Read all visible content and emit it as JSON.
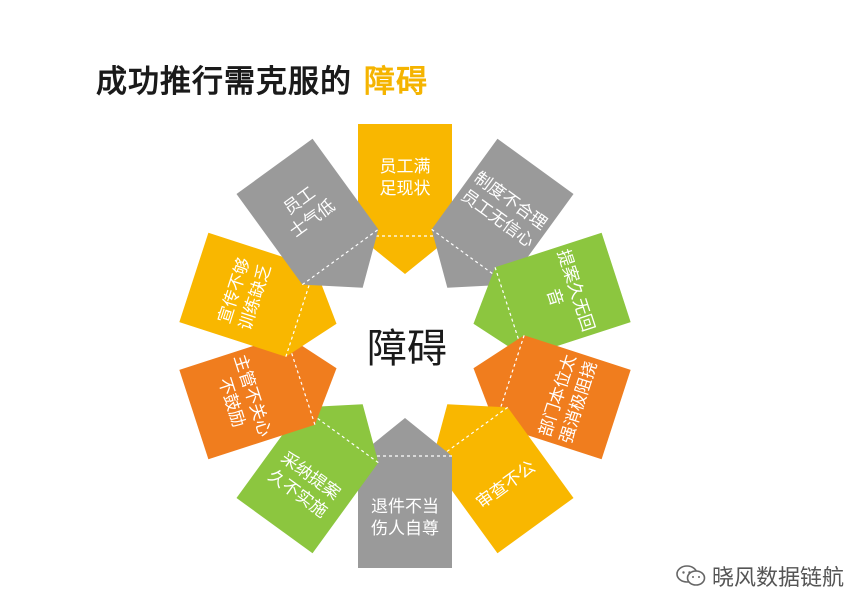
{
  "title": {
    "main": "成功推行需克服的",
    "highlight": "障碍"
  },
  "center": "障碍",
  "watermark": {
    "text": "晓风数据链航",
    "icon": "wechat-icon"
  },
  "colors": {
    "yellow": "#f9b700",
    "gray": "#9a9a9a",
    "green": "#8cc63f",
    "orange": "#f07d1e",
    "highlight": "#f5b400"
  },
  "petals": [
    {
      "id": "top",
      "lines": [
        "员工满",
        "足现状"
      ],
      "color": "#f9b700"
    },
    {
      "id": "upper-right",
      "lines": [
        "制度不合理",
        "员工无信心"
      ],
      "color": "#9a9a9a"
    },
    {
      "id": "right-upper",
      "lines": [
        "提案久无回",
        "音"
      ],
      "color": "#8cc63f"
    },
    {
      "id": "right-lower",
      "lines": [
        "部门本位太",
        "强消极阻挠"
      ],
      "color": "#f07d1e"
    },
    {
      "id": "lower-right",
      "lines": [
        "审查不公"
      ],
      "color": "#f9b700"
    },
    {
      "id": "bottom",
      "lines": [
        "退件不当",
        "伤人自尊"
      ],
      "color": "#9a9a9a"
    },
    {
      "id": "lower-left",
      "lines": [
        "采纳提案",
        "久不实施"
      ],
      "color": "#8cc63f"
    },
    {
      "id": "left-lower",
      "lines": [
        "主管不关心",
        "不鼓励"
      ],
      "color": "#f07d1e"
    },
    {
      "id": "left-upper",
      "lines": [
        "宣传不够",
        "训练缺乏"
      ],
      "color": "#f9b700"
    },
    {
      "id": "upper-left",
      "lines": [
        "员工",
        "士气低"
      ],
      "color": "#9a9a9a"
    }
  ]
}
